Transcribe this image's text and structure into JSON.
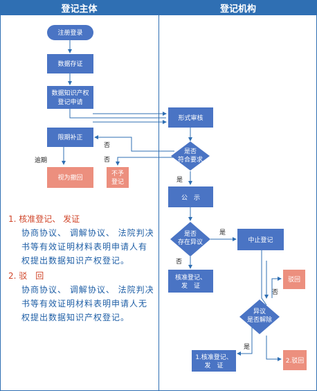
{
  "headers": {
    "left": "登记主体",
    "right": "登记机构"
  },
  "nodes": {
    "register": "注册登录",
    "deposit": "数据存证",
    "apply_l1": "数据知识产权",
    "apply_l2": "登记申请",
    "supplement": "限期补正",
    "overdue_label": "逾期",
    "withdraw": "视为撤回",
    "no_label_left": "否",
    "reject_l1": "不予",
    "reject_l2": "登记",
    "formal_review": "形式审核",
    "meet_l1": "是否",
    "meet_l2": "符合要求",
    "no_label_right": "否",
    "yes_label_1": "是",
    "publicity": "公　示",
    "objection_l1": "是否",
    "objection_l2": "存在异议",
    "yes_label_2": "是",
    "no_label_2": "否",
    "suspend": "中止登记",
    "approve_l1": "核准登记、",
    "approve_l2": "发　证",
    "reject_small": "驳回",
    "no_label_3": "否",
    "lifted_l1": "异议",
    "lifted_l2": "是否解除",
    "yes_label_3": "是",
    "approve2_l1": "1.核准登记、",
    "approve2_l2": "发　证",
    "reject2": "2.驳回"
  },
  "notes": {
    "h1": "1. 核准登记、 发证",
    "p1": "协商协议、 调解协议、 法院判决书等有效证明材料表明申请人有权提出数据知识产权登记。",
    "h2": "2. 驳　回",
    "p2": "协商协议、 调解协议、 法院判决书等有效证明材料表明申请人无权提出数据知识产权登记。"
  },
  "colors": {
    "blue_box": "#4a74c4",
    "pink_box": "#ec8f7e",
    "header": "#2f6fb3",
    "line": "#2f6fb3"
  }
}
